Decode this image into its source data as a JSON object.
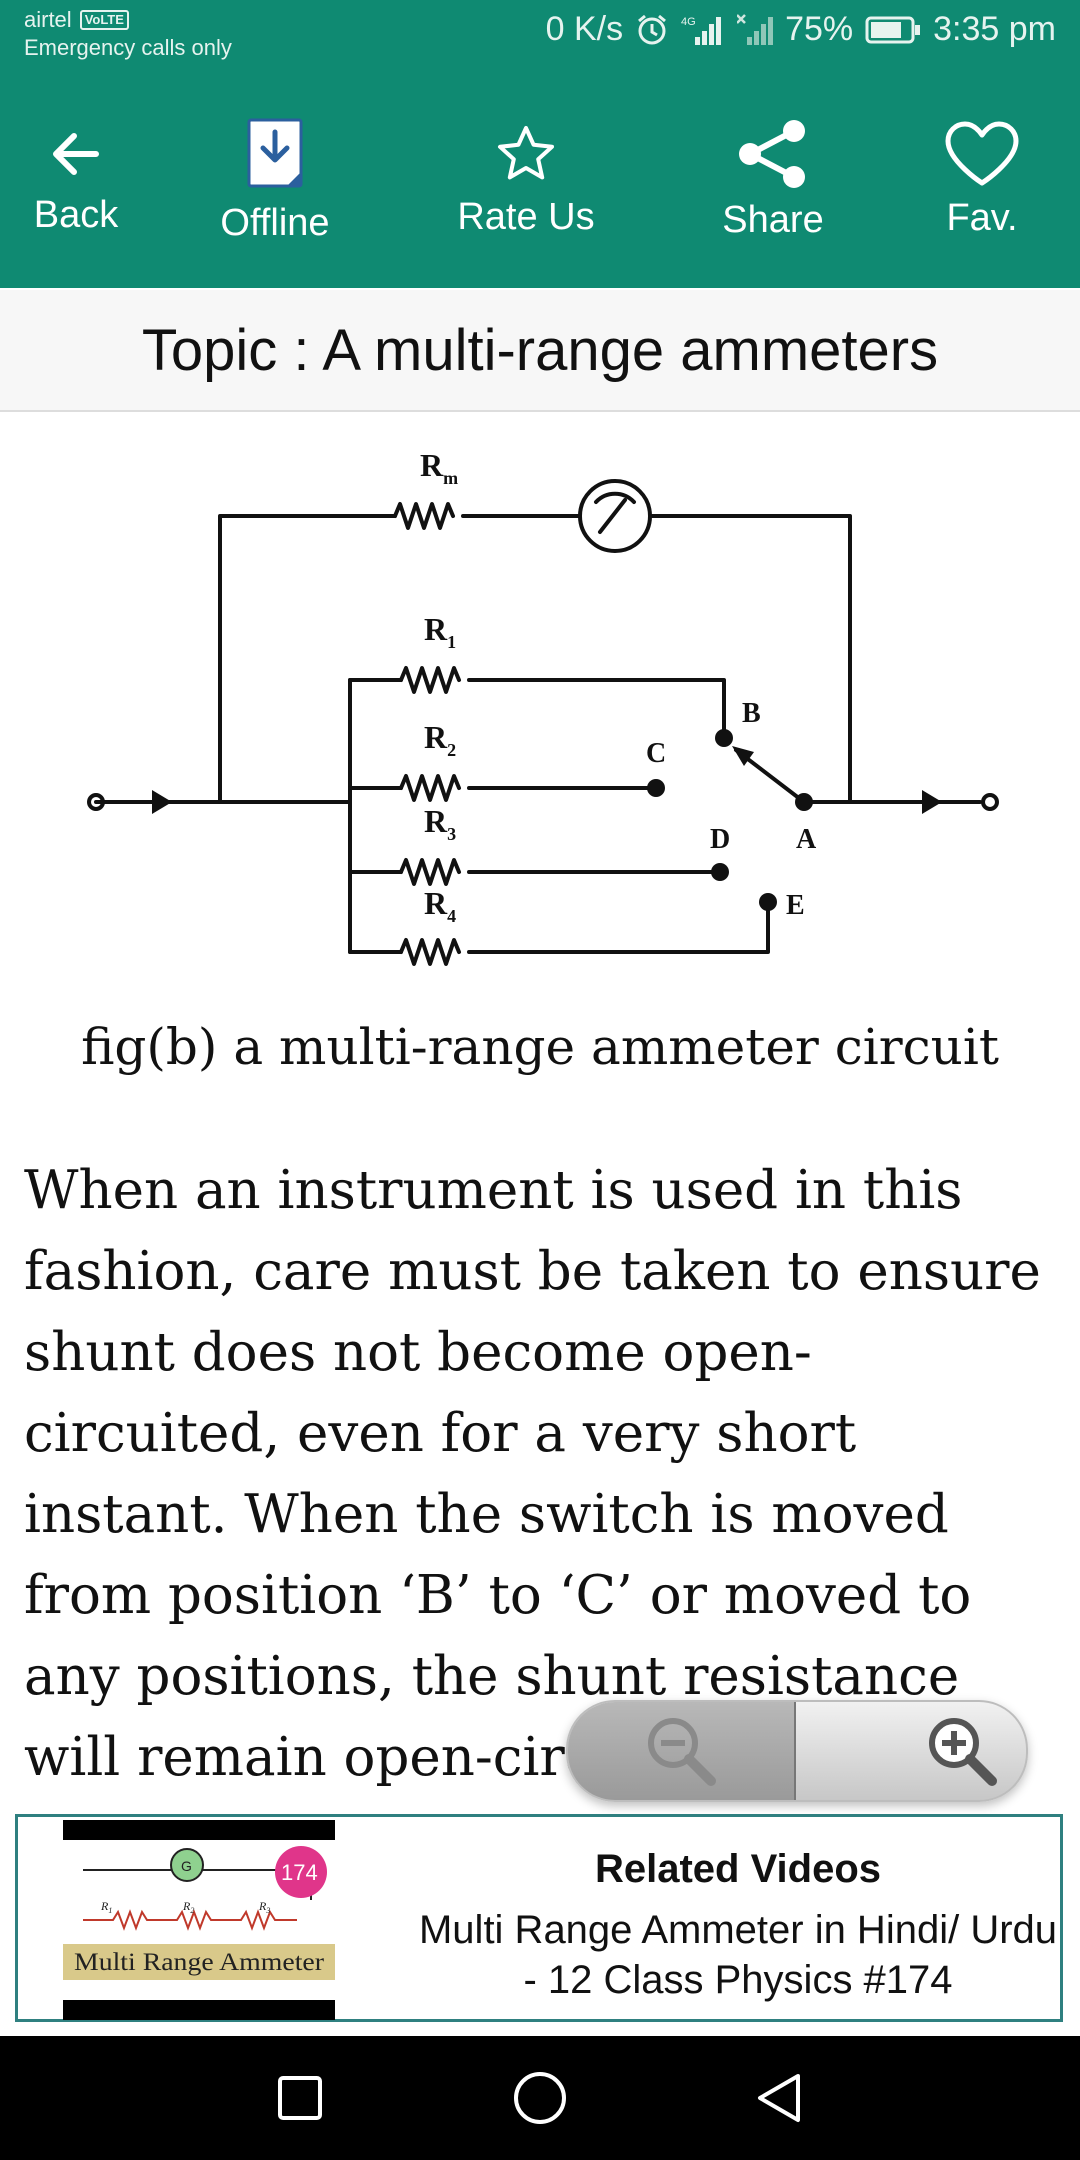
{
  "status": {
    "carrier": "airtel",
    "volte": "VoLTE",
    "emergency": "Emergency calls only",
    "speed": "0 K/s",
    "battery": "75%",
    "time": "3:35 pm",
    "network": "4G"
  },
  "toolbar": {
    "back": "Back",
    "offline": "Offline",
    "rate": "Rate Us",
    "share": "Share",
    "fav": "Fav."
  },
  "topic": "Topic : A multi-range ammeters",
  "figure": {
    "labels": {
      "rm": "R",
      "rm_sub": "m",
      "r1": "R",
      "r1_sub": "1",
      "r2": "R",
      "r2_sub": "2",
      "r3": "R",
      "r3_sub": "3",
      "r4": "R",
      "r4_sub": "4",
      "b": "B",
      "c": "C",
      "d": "D",
      "a": "A",
      "e": "E"
    },
    "caption": "fig(b) a multi-range ammeter circuit"
  },
  "body_text": "When an instrument is used in this fashion, care must be taken to ensure shunt does not become open-circuited, even for a very short instant. When the switch is moved from position ‘B’ to ‘C’ or moved to any positions, the shunt resistance will remain open-circuited for a fraction of time,",
  "related": {
    "title": "Related Videos",
    "description": "Multi Range Ammeter in Hindi/ Urdu - 12 Class Physics #174",
    "thumb": {
      "badge": "174",
      "g": "G",
      "caption": "Multi Range Ammeter",
      "r_label": "R",
      "r1_sub": "1",
      "r2_sub": "2",
      "r3_sub": "3"
    }
  },
  "colors": {
    "toolbar": "#0f8a72",
    "related_border": "#2f8080",
    "badge": "#e0358a"
  },
  "icons": [
    "back-arrow-icon",
    "offline-download-icon",
    "star-icon",
    "share-icon",
    "heart-icon",
    "zoom-out-icon",
    "zoom-in-icon",
    "square-nav-icon",
    "circle-nav-icon",
    "triangle-nav-icon",
    "alarm-icon",
    "signal-icon",
    "battery-icon"
  ]
}
